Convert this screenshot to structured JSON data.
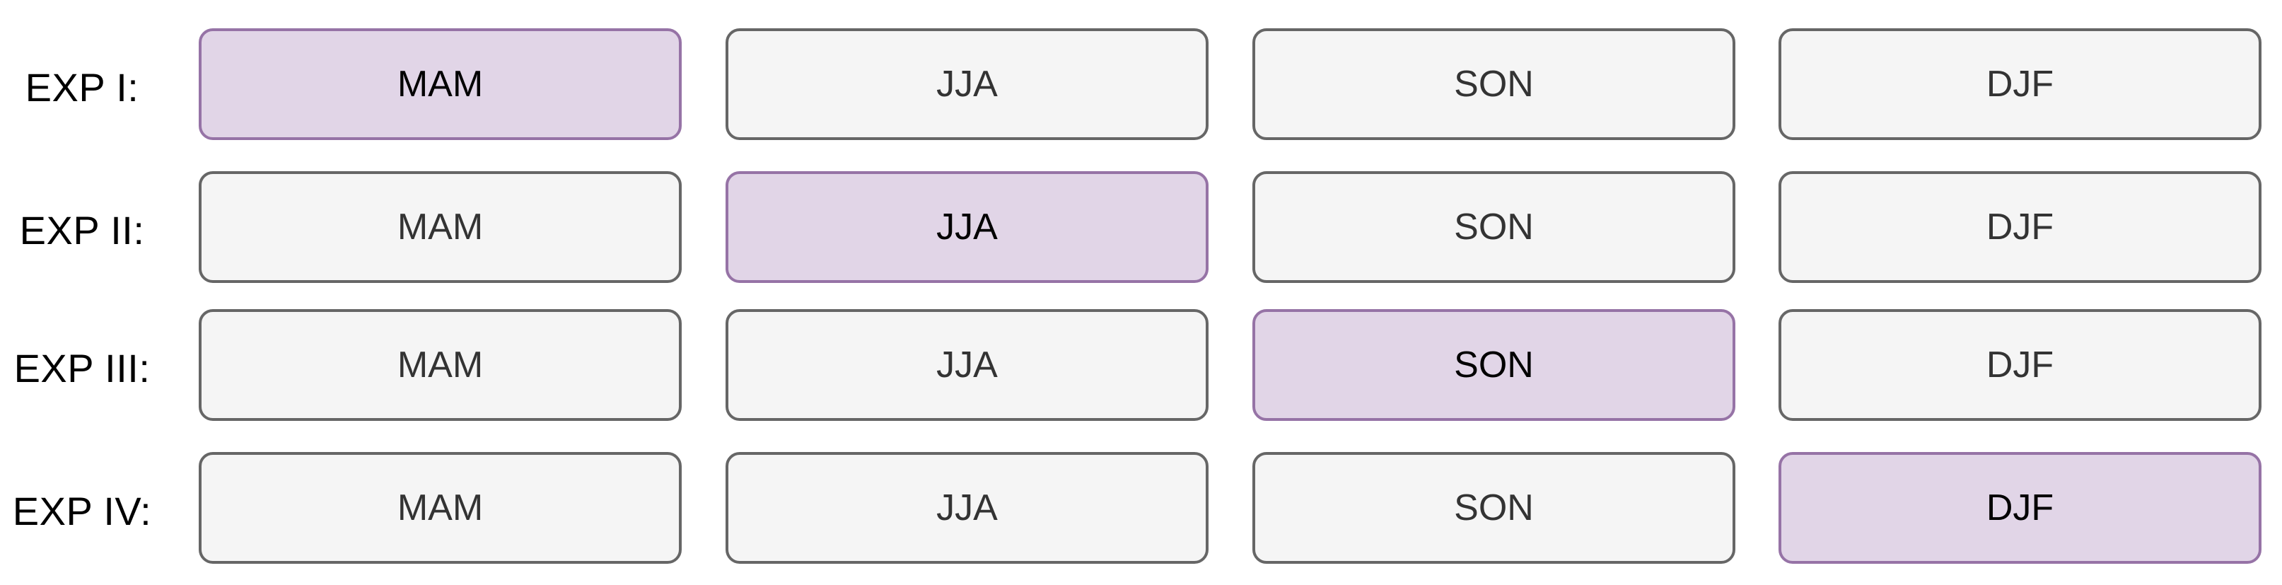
{
  "rows": [
    {
      "label": "EXP I:",
      "cells": [
        {
          "label": "MAM",
          "active": true
        },
        {
          "label": "JJA",
          "active": false
        },
        {
          "label": "SON",
          "active": false
        },
        {
          "label": "DJF",
          "active": false
        }
      ]
    },
    {
      "label": "EXP II:",
      "cells": [
        {
          "label": "MAM",
          "active": false
        },
        {
          "label": "JJA",
          "active": true
        },
        {
          "label": "SON",
          "active": false
        },
        {
          "label": "DJF",
          "active": false
        }
      ]
    },
    {
      "label": "EXP III:",
      "cells": [
        {
          "label": "MAM",
          "active": false
        },
        {
          "label": "JJA",
          "active": false
        },
        {
          "label": "SON",
          "active": true
        },
        {
          "label": "DJF",
          "active": false
        }
      ]
    },
    {
      "label": "EXP IV:",
      "cells": [
        {
          "label": "MAM",
          "active": false
        },
        {
          "label": "JJA",
          "active": false
        },
        {
          "label": "SON",
          "active": false
        },
        {
          "label": "DJF",
          "active": true
        }
      ]
    }
  ],
  "colors": {
    "active_fill": "#e1d5e7",
    "active_border": "#9673a6",
    "inactive_fill": "#f5f5f5",
    "inactive_border": "#666666"
  }
}
